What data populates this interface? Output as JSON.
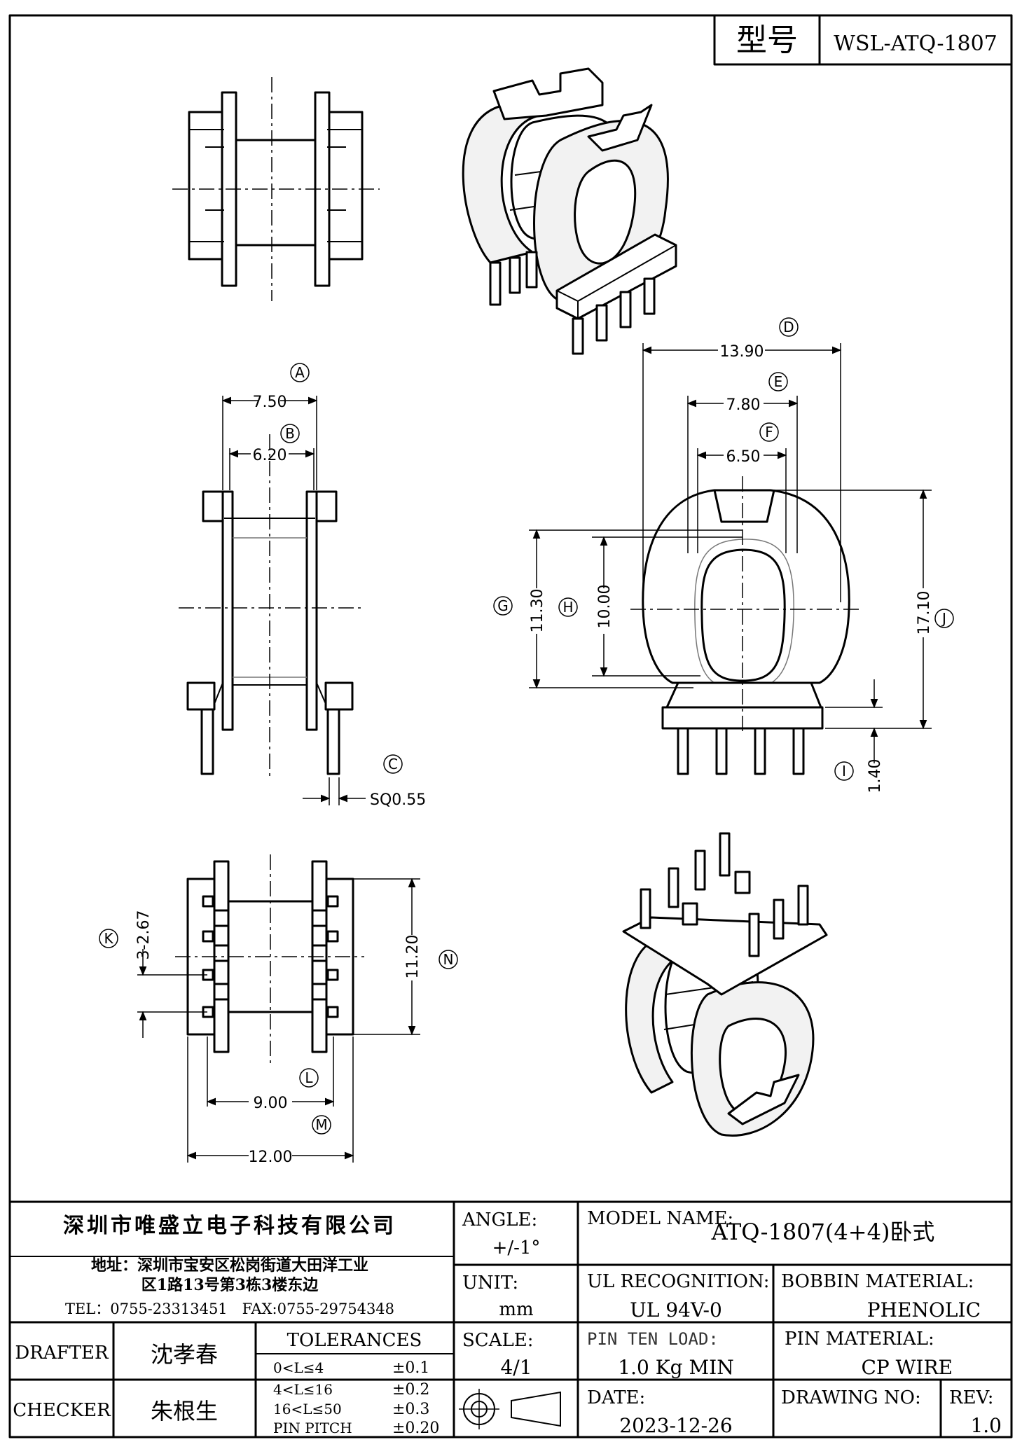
{
  "header": {
    "type_label": "型号",
    "type_value": "WSL-ATQ-1807"
  },
  "dimensions": {
    "A": "7.50",
    "B": "6.20",
    "C": "SQ0.55",
    "D": "13.90",
    "E": "7.80",
    "F": "6.50",
    "G": "11.30",
    "H": "10.00",
    "I": "1.40",
    "J": "17.10",
    "K": "3-2.67",
    "L": "9.00",
    "M": "12.00",
    "N": "11.20"
  },
  "callouts": [
    "A",
    "B",
    "C",
    "D",
    "E",
    "F",
    "G",
    "H",
    "I",
    "J",
    "K",
    "L",
    "M",
    "N"
  ],
  "title_block": {
    "company": "深圳市唯盛立电子科技有限公司",
    "address_line1": "地址：深圳市宝安区松岗街道大田洋工业",
    "address_line2": "区1路13号第3栋3楼东边",
    "contact": "TEL：0755-23313451　FAX:0755-29754348",
    "angle_label": "ANGLE:",
    "angle_value": "+/-1°",
    "unit_label": "UNIT:",
    "unit_value": "mm",
    "scale_label": "SCALE:",
    "scale_value": "4/1",
    "model_label": "MODEL NAME:",
    "model_value": "ATQ-1807(4+4)卧式",
    "ul_label": "UL RECOGNITION:",
    "ul_value": "UL 94V-0",
    "bobbin_label": "BOBBIN MATERIAL:",
    "bobbin_value": "PHENOLIC",
    "pin_load_label": "PIN TEN LOAD:",
    "pin_load_value": "1.0 Kg MIN",
    "pin_material_label": "PIN MATERIAL:",
    "pin_material_value": "CP WIRE",
    "date_label": "DATE:",
    "date_value": "2023-12-26",
    "drawing_no_label": "DRAWING NO:",
    "drawing_no_value": "",
    "rev_label": "REV:",
    "rev_value": "1.0",
    "drafter_label": "DRAFTER",
    "drafter_name": "沈孝春",
    "checker_label": "CHECKER",
    "checker_name": "朱根生",
    "tolerances_label": "TOLERANCES",
    "tolerances": [
      {
        "range": "0<L≤4",
        "value": "±0.1"
      },
      {
        "range": "4<L≤16",
        "value": "±0.2"
      },
      {
        "range": "16<L≤50",
        "value": "±0.3"
      },
      {
        "range": "PIN PITCH",
        "value": "±0.20"
      }
    ]
  }
}
